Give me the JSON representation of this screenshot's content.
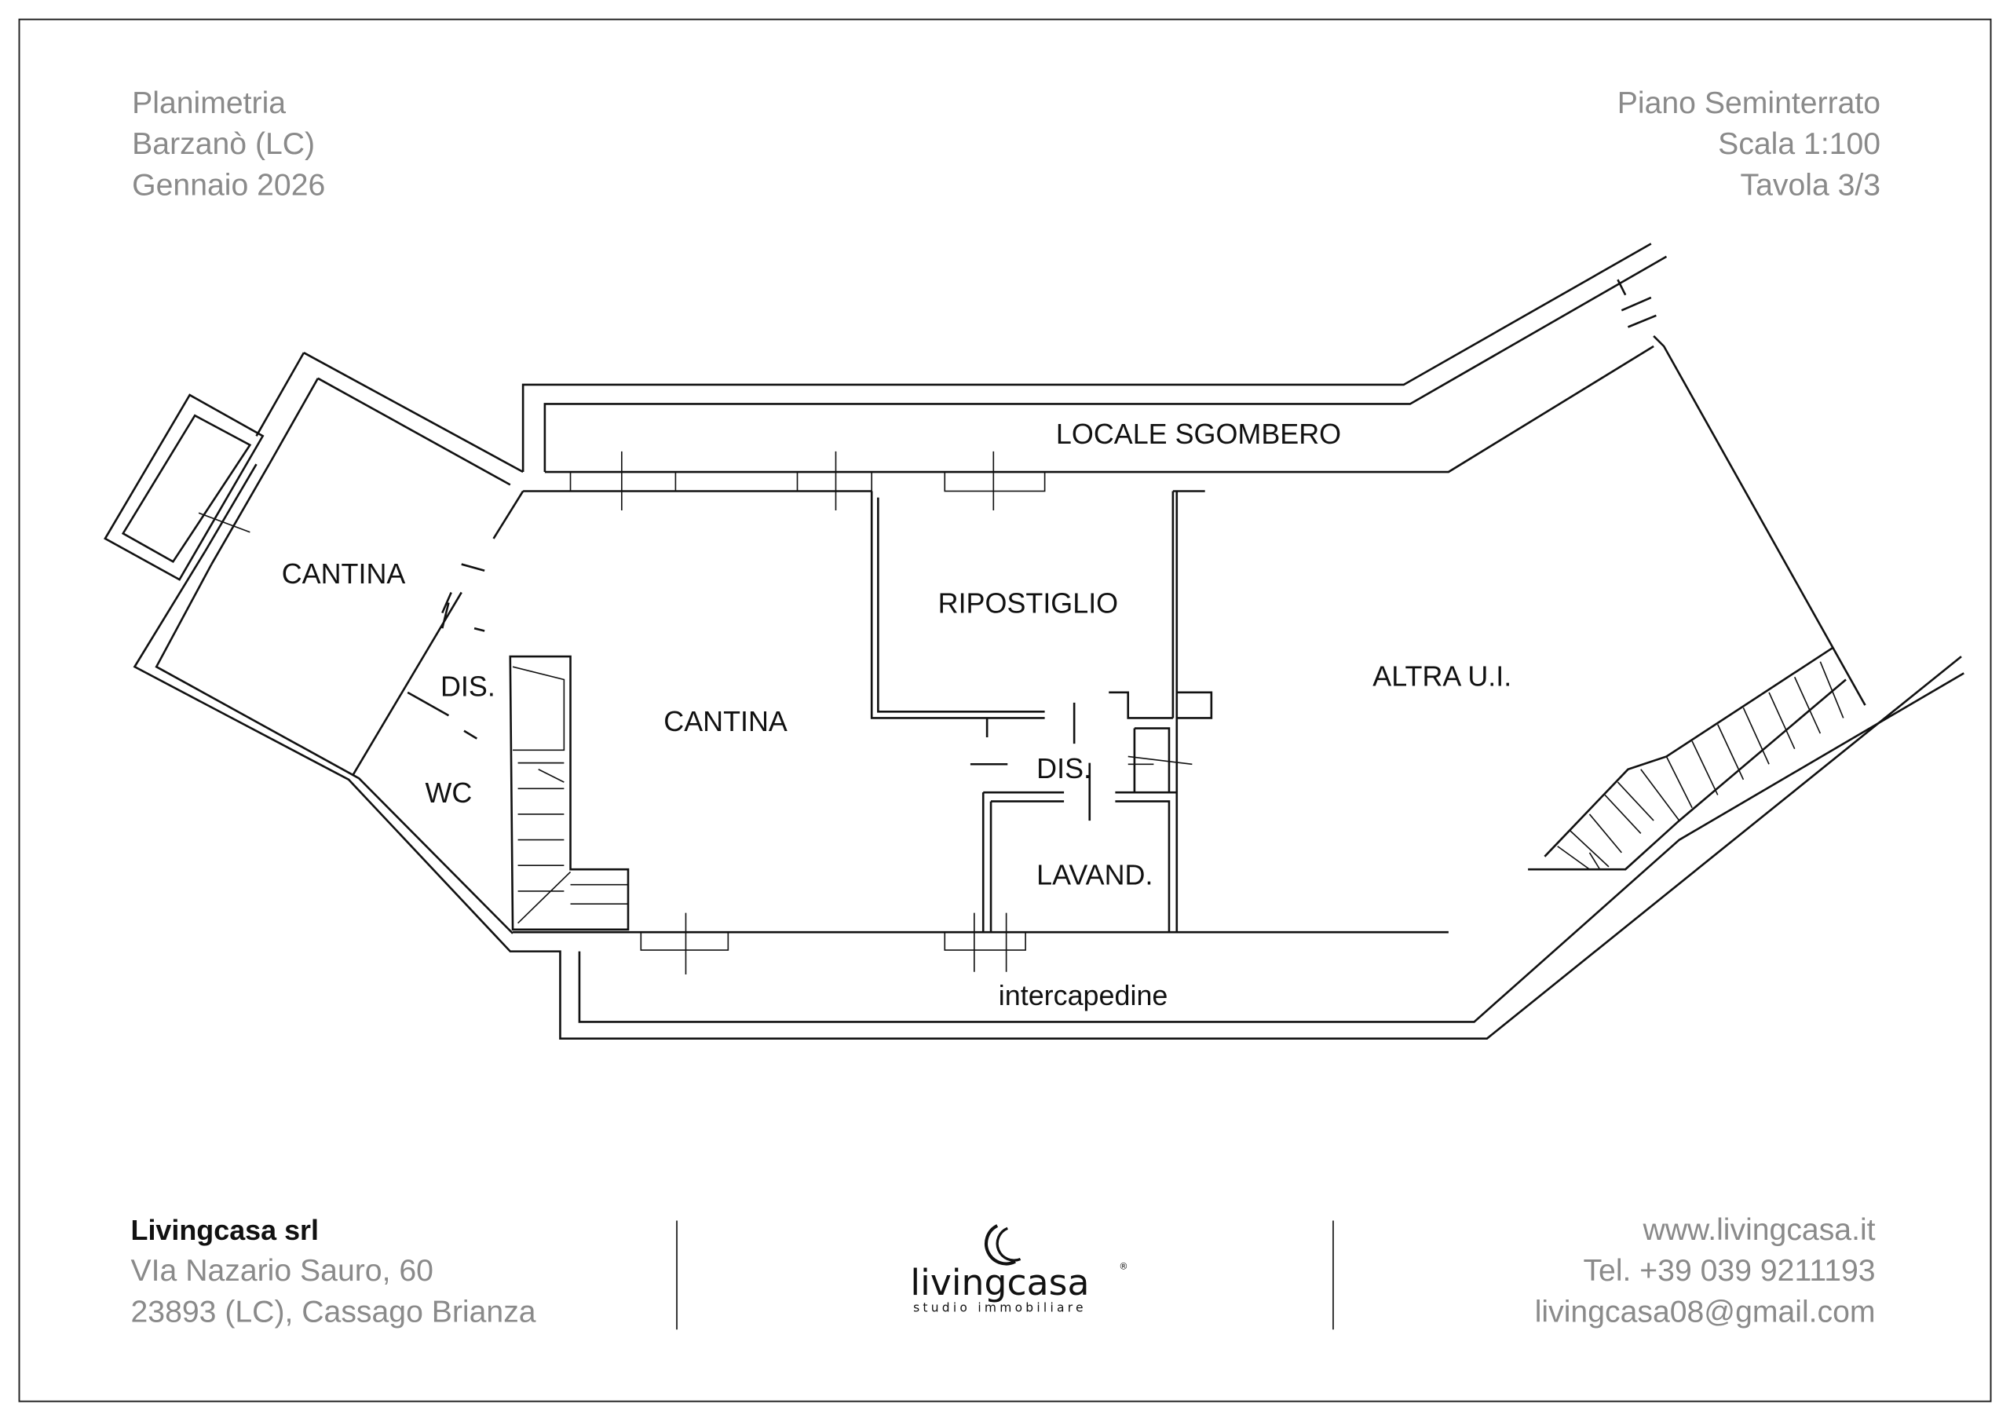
{
  "header": {
    "left": [
      "Planimetria",
      "Barzanò (LC)",
      "Gennaio 2026"
    ],
    "right": [
      "Piano Seminterrato",
      "Scala 1:100",
      "Tavola 3/3"
    ]
  },
  "rooms": {
    "locale_sgombero": "LOCALE SGOMBERO",
    "cantina_left": "CANTINA",
    "dis_left": "DIS.",
    "wc": "WC",
    "cantina_main": "CANTINA",
    "ripostiglio": "RIPOSTIGLIO",
    "dis_center": "DIS.",
    "lavand": "LAVAND.",
    "altra_ui": "ALTRA U.I.",
    "intercapedine": "intercapedine"
  },
  "footer": {
    "company": "Livingcasa srl",
    "address1": "VIa Nazario Sauro, 60",
    "address2": "23893 (LC), Cassago Brianza",
    "website": "www.livingcasa.it",
    "phone": "Tel. +39 039 9211193",
    "email": "livingcasa08@gmail.com",
    "logo_name": "livingcasa",
    "logo_tagline": "studio immobiliare",
    "logo_mark": "®"
  }
}
